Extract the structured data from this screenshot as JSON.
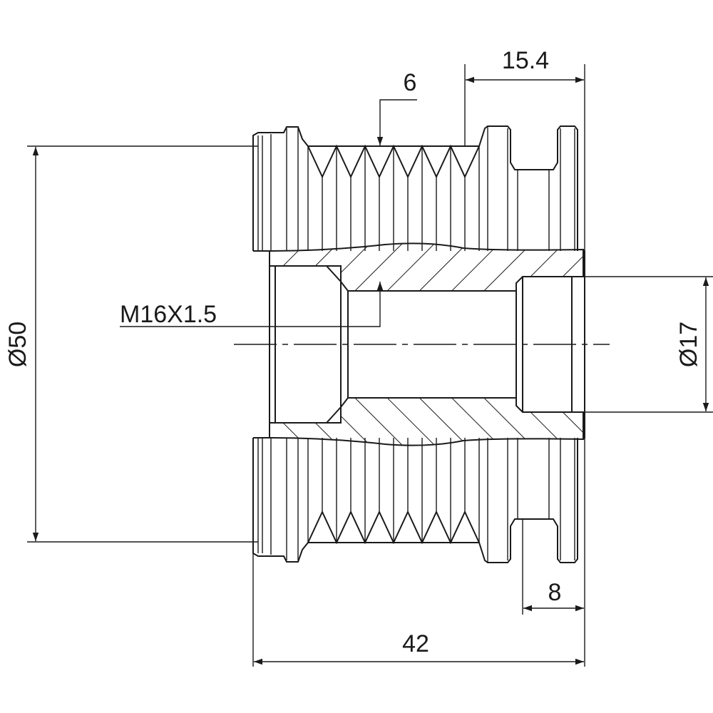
{
  "drawing": {
    "title": "Alternator freewheel pulley dimension drawing",
    "dimensions": {
      "outer_diameter": "Ø50",
      "bore_diameter": "Ø17",
      "thread": "M16X1.5",
      "groove_count": "6",
      "flange_offset": "15.4",
      "flange_width": "8",
      "overall_length": "42"
    },
    "line_color": "#1a1a1a"
  }
}
